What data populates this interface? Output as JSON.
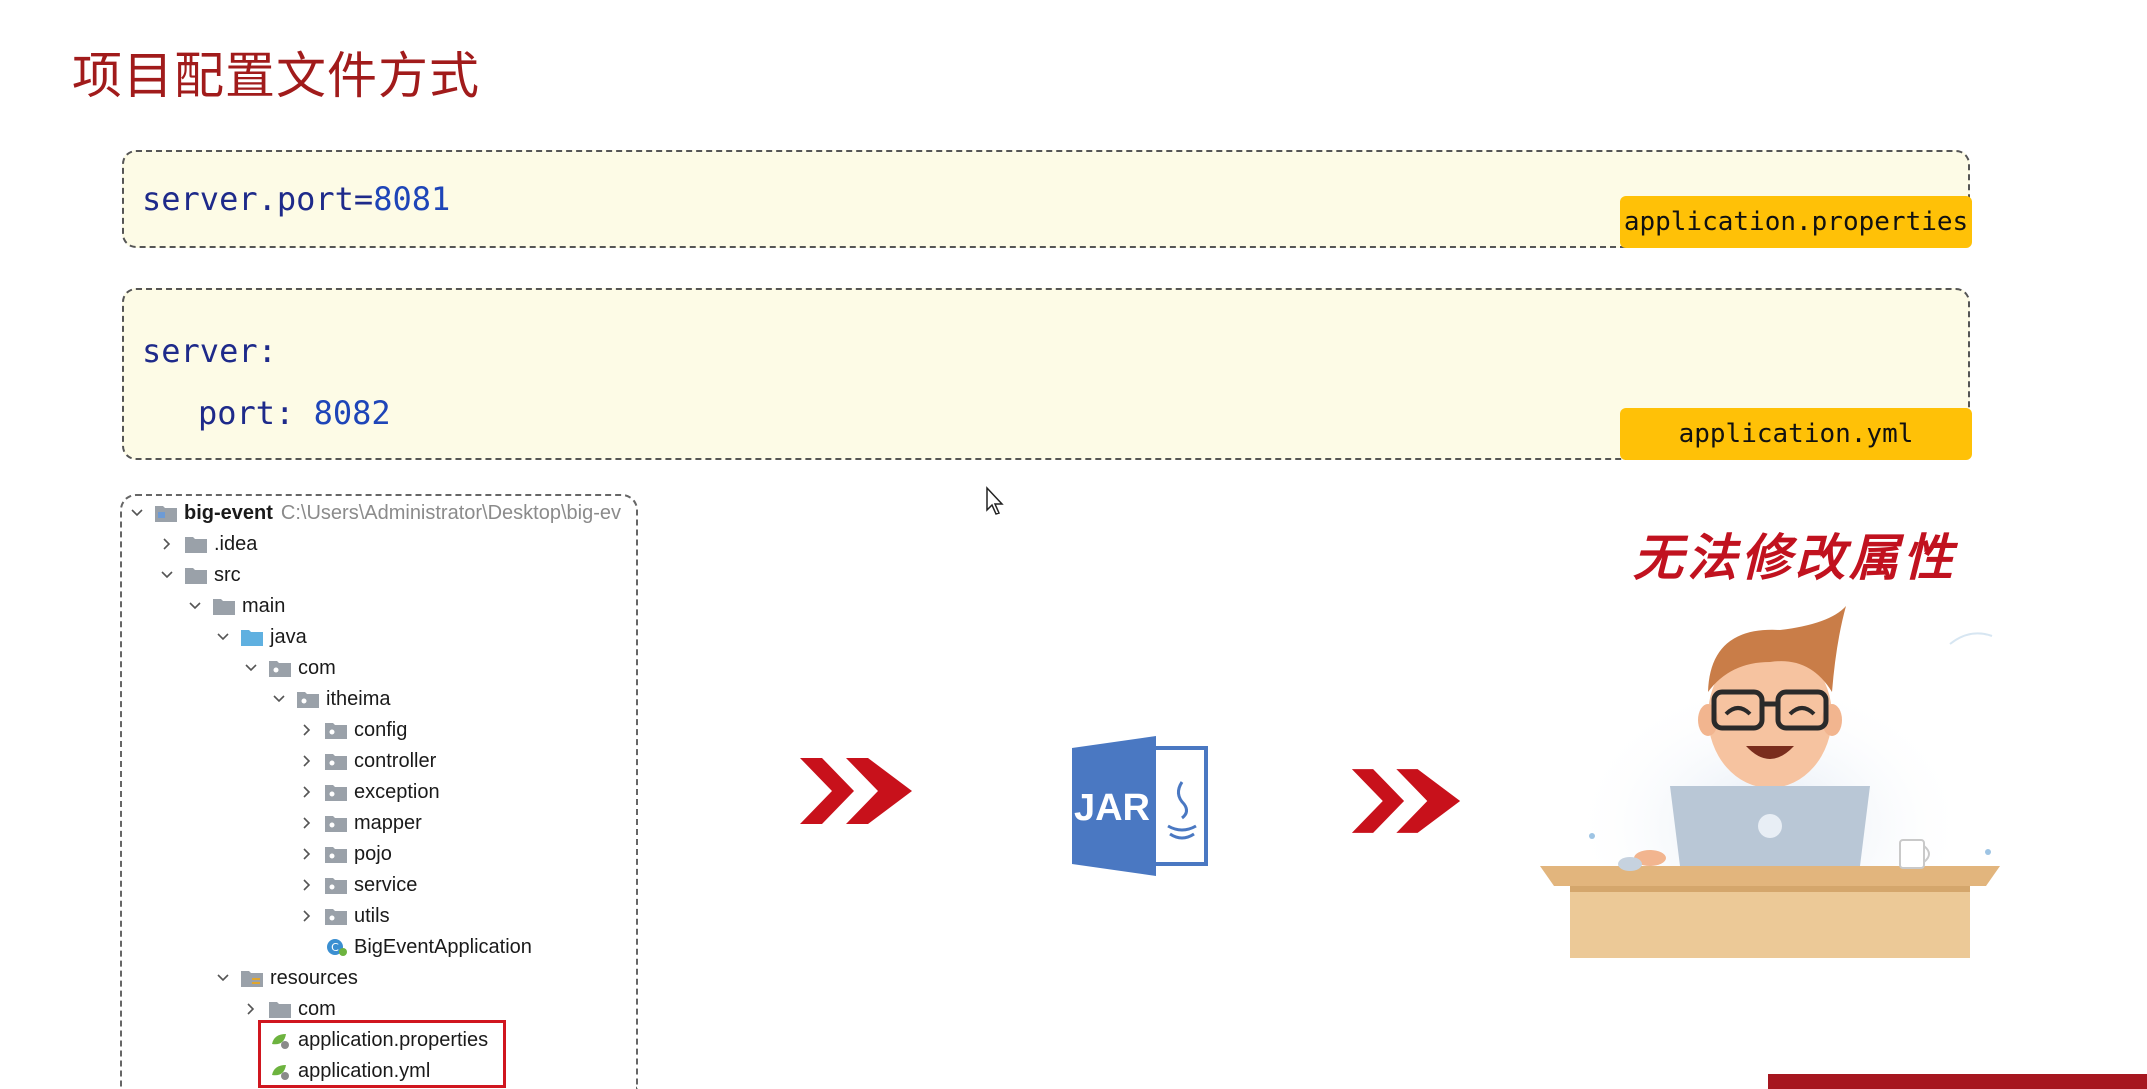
{
  "slide": {
    "title": "项目配置文件方式"
  },
  "properties_box": {
    "key": "server.port=",
    "value": "8081",
    "tag": "application.properties"
  },
  "yml_box": {
    "line1": "server:",
    "line2_key": "port: ",
    "line2_value": "8082",
    "tag": "application.yml"
  },
  "project_tree": {
    "root": {
      "label": "big-event",
      "path": "C:\\Users\\Administrator\\Desktop\\big-ev"
    },
    "items": [
      {
        "label": ".idea"
      },
      {
        "label": "src"
      },
      {
        "label": "main"
      },
      {
        "label": "java"
      },
      {
        "label": "com"
      },
      {
        "label": "itheima"
      },
      {
        "label": "config"
      },
      {
        "label": "controller"
      },
      {
        "label": "exception"
      },
      {
        "label": "mapper"
      },
      {
        "label": "pojo"
      },
      {
        "label": "service"
      },
      {
        "label": "utils"
      },
      {
        "label": "BigEventApplication"
      },
      {
        "label": "resources"
      },
      {
        "label": "com"
      },
      {
        "label": "application.properties"
      },
      {
        "label": "application.yml"
      }
    ]
  },
  "jar_icon": {
    "label": "JAR"
  },
  "caption": "无法修改属性",
  "colors": {
    "title": "#a11b1b",
    "code_bg": "#fdfbe6",
    "tag_bg": "#ffc107",
    "highlight_border": "#d0161f",
    "arrow": "#c8111b",
    "jar_blue": "#4a78c2"
  },
  "icons": [
    "chevron-right-icon",
    "chevron-down-icon",
    "folder-icon",
    "spring-boot-class-icon",
    "spring-config-file-icon",
    "mouse-cursor-icon",
    "double-chevron-arrow-icon",
    "jar-file-icon",
    "developer-illustration"
  ]
}
